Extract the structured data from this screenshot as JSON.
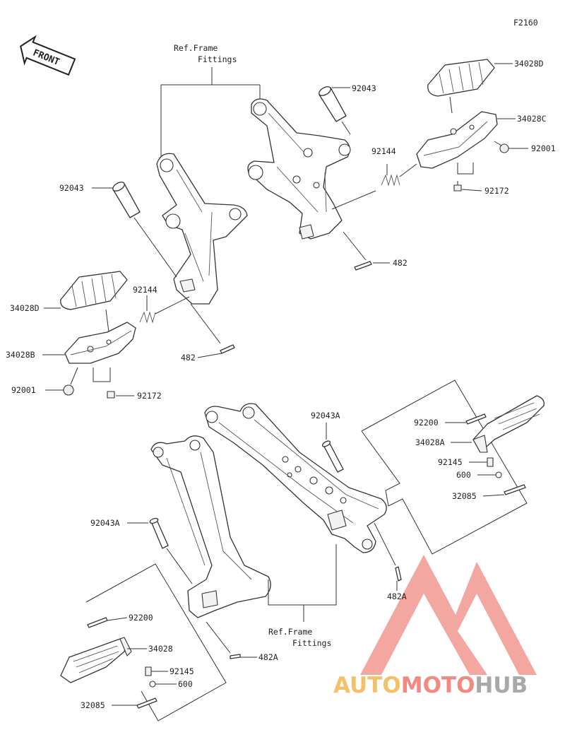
{
  "diagram": {
    "code": "F2160",
    "front_label": "FRONT",
    "ref_label_line1": "Ref.Frame",
    "ref_label_line2": "Fittings",
    "parts": {
      "p34028D": "34028D",
      "p34028C": "34028C",
      "p34028B": "34028B",
      "p34028A": "34028A",
      "p34028": "34028",
      "p92001": "92001",
      "p92172": "92172",
      "p92043": "92043",
      "p92043A": "92043A",
      "p92144": "92144",
      "p482": "482",
      "p482A": "482A",
      "p92200": "92200",
      "p92145": "92145",
      "p600": "600",
      "p32085": "32085"
    }
  },
  "watermark": {
    "part1": "AUTO",
    "part2": "MOTO",
    "part3": "HUB",
    "color_auto": "#f5c06a",
    "color_moto": "#f08a82",
    "color_hub": "#a9a9a9",
    "logo_color": "#f08a82"
  }
}
